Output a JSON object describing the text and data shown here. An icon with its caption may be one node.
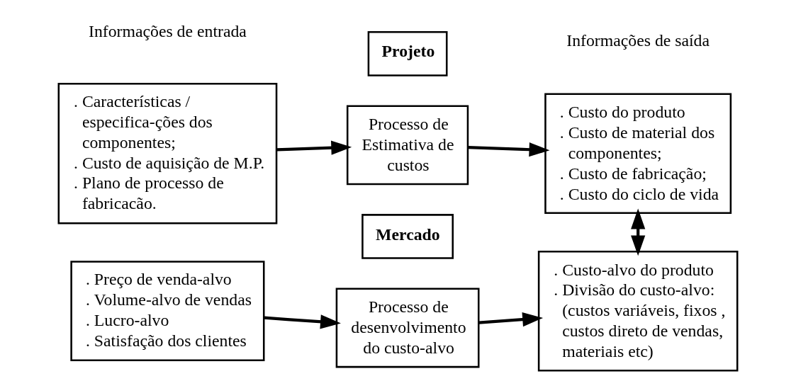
{
  "diagram": {
    "nodes": [
      {
        "text": [
          ". Características / especifica-ções dos componentes;",
          ". Custo de aquisição de M.P.",
          ". Plano de processo de fabricacão."
        ]
      },
      {
        "text": [
          "Projeto"
        ]
      },
      {
        "text": [
          "Processo de Estimativa de custos"
        ]
      },
      {
        "text": [
          ". Custo do produto",
          ". Custo de material dos componentes;",
          ". Custo de fabricação;",
          ". Custo do ciclo de vida"
        ]
      },
      {
        "text": [
          ". Preço de venda-alvo",
          ". Volume-alvo de vendas",
          ". Lucro-alvo",
          ". Satisfação dos clientes"
        ]
      },
      {
        "text": [
          "Mercado"
        ]
      },
      {
        "text": [
          "Processo de desenvolvimento do custo-alvo"
        ]
      },
      {
        "text": [
          ". Custo-alvo do produto",
          ". Divisão do custo-alvo: (custos variáveis, fixos , custos direto de vendas, materiais etc)"
        ]
      }
    ],
    "edges": [
      {
        "from": 0,
        "to": 2,
        "arrow": "to"
      },
      {
        "from": 2,
        "to": 3,
        "arrow": "to"
      },
      {
        "from": 4,
        "to": 6,
        "arrow": "to"
      },
      {
        "from": 6,
        "to": 7,
        "arrow": "to"
      },
      {
        "from": 3,
        "to": 7,
        "arrow": "both"
      }
    ],
    "labels": [
      "Informações de entrada",
      "Informações de saída"
    ]
  }
}
